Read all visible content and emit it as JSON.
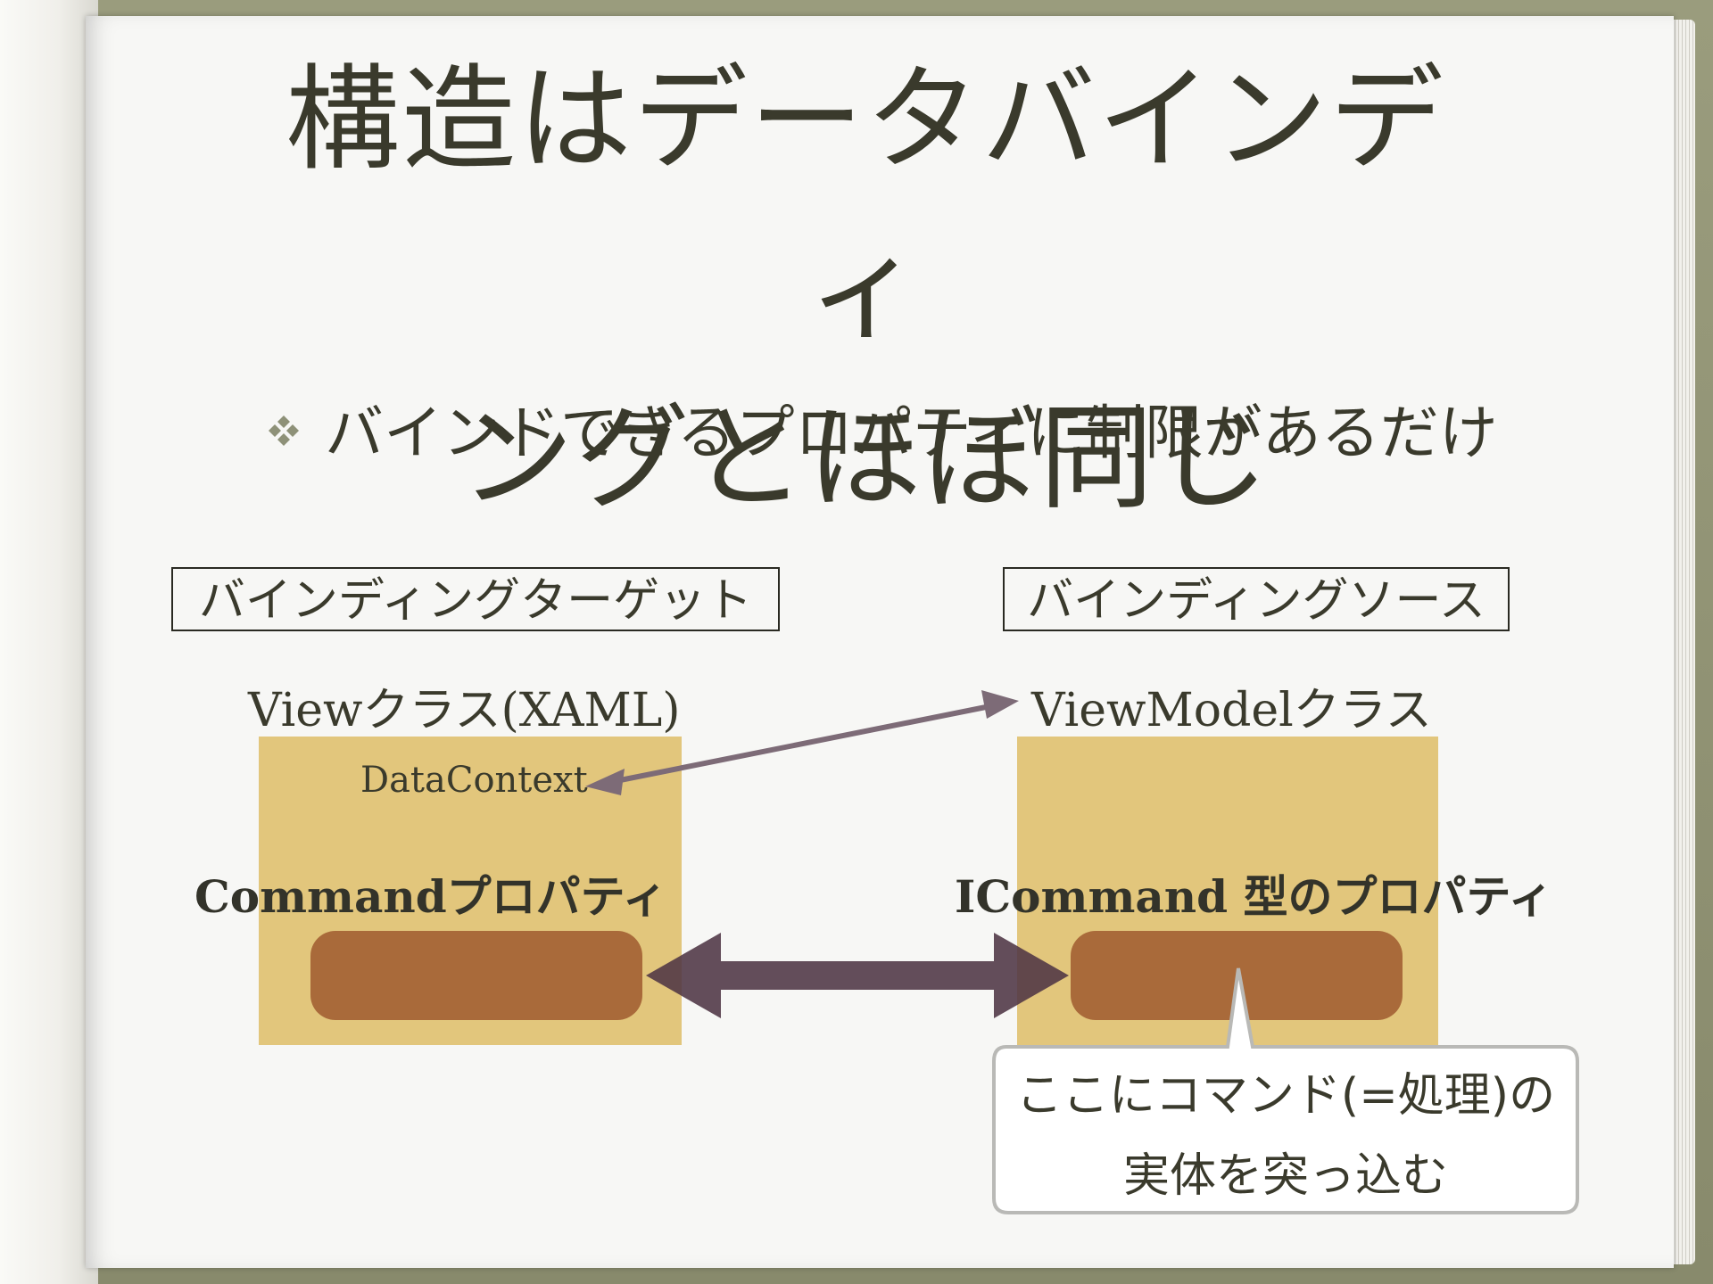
{
  "slide": {
    "title_line1": "構造はデータバインディ",
    "title_line2": "ングとほぼ同じ",
    "bullet": "バインドできるプロパティに制限があるだけ"
  },
  "diagram": {
    "target_box": "バインディングターゲット",
    "source_box": "バインディングソース",
    "view_class": "Viewクラス(XAML)",
    "viewmodel_class": "ViewModelクラス",
    "data_context": "DataContext",
    "command_property": "Commandプロパティ",
    "icommand_property": "ICommand 型のプロパティ",
    "callout_line1": "ここにコマンド(=処理)の",
    "callout_line2": "実体を突っ込む"
  },
  "colors": {
    "gold": "#e2c67c",
    "brown": "#a96a3a",
    "arrow_thin": "#7d6b77",
    "arrow_thick": "#4e3644",
    "text": "#3a3a2c"
  },
  "icons": {
    "bullet": "diamond-cluster-icon"
  }
}
